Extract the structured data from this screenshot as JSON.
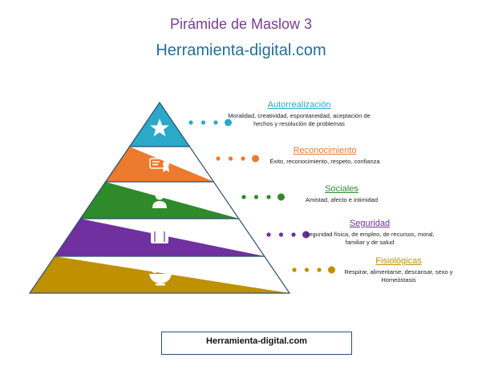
{
  "header": {
    "title": "Pirámide de Maslow 3",
    "subtitle": "Herramienta-digital.com"
  },
  "levels": [
    {
      "name": "Autorrealización",
      "description": "Moralidad, creatividad, espontaneidad, aceptación de hechos y resolución de problemas",
      "color": "#2aa9c8",
      "icon": "star-icon"
    },
    {
      "name": "Reconocimiento",
      "description": "Éxito, reconocimiento, respeto, confianza",
      "color": "#ec7a2f",
      "icon": "diploma-icon"
    },
    {
      "name": "Sociales",
      "description": "Amistad, afecto e intimidad",
      "color": "#2f8a2a",
      "icon": "person-chat-icon"
    },
    {
      "name": "Seguridad",
      "description": "Seguridad física, de empleo, de recursos, moral, familiar y de salud",
      "color": "#7030a0",
      "icon": "briefcase-icon"
    },
    {
      "name": "Fisiológicas",
      "description": "Respirar, alimentarse, descansar, sexo y Homeóstasis",
      "color": "#bf9000",
      "icon": "fruit-bowl-icon"
    }
  ],
  "footer": {
    "text": "Herramienta-digital.com"
  },
  "colors": {
    "title": "#7a3d8f",
    "subtitle": "#1f6f9a",
    "outline": "#2f4f6f"
  }
}
